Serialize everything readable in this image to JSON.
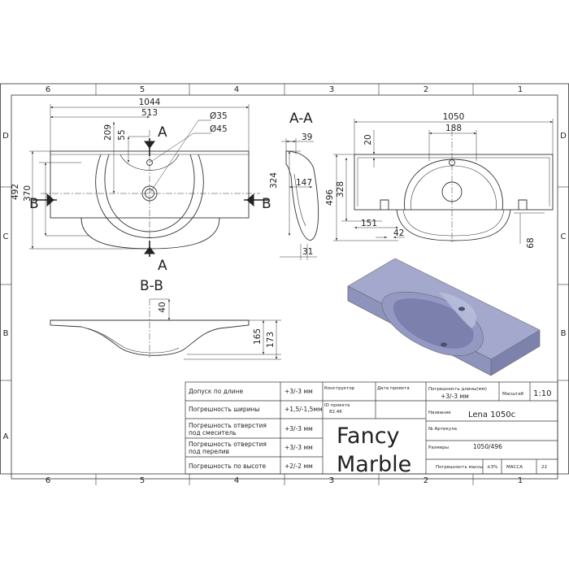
{
  "zones": {
    "top": [
      "6",
      "5",
      "4",
      "3",
      "2",
      "1"
    ],
    "bottom": [
      "6",
      "5",
      "4",
      "3",
      "2",
      "1"
    ],
    "left": [
      "D",
      "C",
      "B",
      "A"
    ],
    "right": [
      "D",
      "C",
      "B",
      "A"
    ]
  },
  "top_view": {
    "width_overall": "1044",
    "width_hole": "513",
    "depth_overall": "492",
    "depth_bowl": "370",
    "dim_209": "209",
    "dim_55": "55",
    "dia_35": "Ø35",
    "dia_45": "Ø45",
    "cut_a": "A",
    "cut_b": "B"
  },
  "section_a": {
    "title": "A-A",
    "dim_39": "39",
    "dim_324": "324",
    "dim_147": "147",
    "dim_31": "31"
  },
  "bottom_view": {
    "width": "1050",
    "dim_188": "188",
    "dim_20": "20",
    "dim_496": "496",
    "dim_328": "328",
    "dim_151": "151",
    "dim_42": "42",
    "dim_68": "68"
  },
  "section_b": {
    "title": "B-B",
    "dim_40": "40",
    "dim_165": "165",
    "dim_173": "173"
  },
  "title_block": {
    "row1_label": "Допуск по длине",
    "row1_value": "+3/-3 мм",
    "row2_label": "Погрешность ширины",
    "row2_value": "+1,5/-1,5мм",
    "row3_label_1": "Погрешность отверстия",
    "row3_label_2": "под смеситель",
    "row3_value": "+3/-3 мм",
    "row4_label_1": "Погрешность отверстия",
    "row4_label_2": "под перелив",
    "row4_value": "+3/-3 мм",
    "row5_label": "Погрешность по высоте",
    "row5_value": "+2/-2 мм",
    "constructor": "Конструктор",
    "date": "Дата проекта",
    "project_id_1": "ID проекта",
    "project_id_2": "82.46",
    "length_err_label": "Погрешность длины(мм)",
    "length_err_value": "+3/-3 мм",
    "scale_label": "Масштаб",
    "scale_value": "1:10",
    "name_label": "Название",
    "name_value": "Lena 1050c",
    "article_label": "№ Артикула",
    "size_label": "Размеры",
    "size_value": "1050/496",
    "mass_err_label": "Погрешность массы",
    "mass_err_value": "±3%",
    "mass_label": "МАССА",
    "mass_value": "22",
    "brand_line1": "Fancy",
    "brand_line2": "Marble"
  },
  "colors": {
    "line": "#333333",
    "render_top": "#a3a8cc",
    "render_side": "#7d82ad",
    "render_bowl": "#8a8fba"
  }
}
